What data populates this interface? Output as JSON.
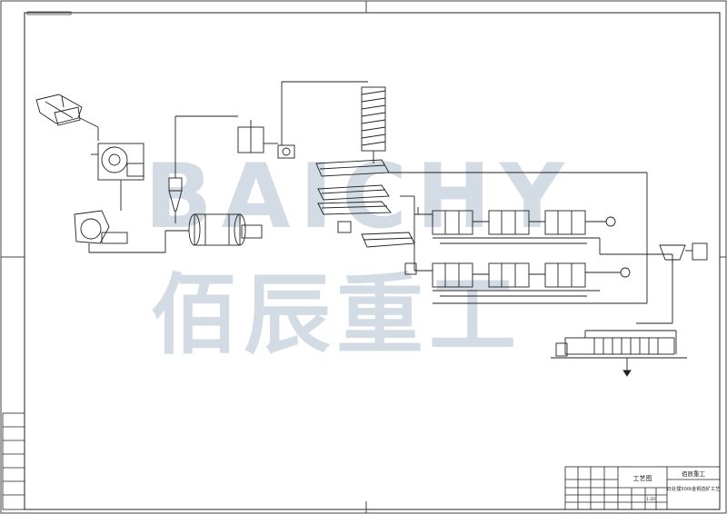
{
  "watermark": {
    "latin": "BAICHY",
    "chinese": "佰辰重工",
    "color": "#c9d3df"
  },
  "equipment": {
    "feeder": "",
    "jaw_crusher": "",
    "hammer_crusher": "",
    "ball_mill": "",
    "classifier": "",
    "hydrocyclone": "",
    "mixing_tank": "",
    "spiral_chute": "",
    "shaking_table_1": "",
    "shaking_table_2": "",
    "shaking_table_3": "",
    "flotation_row_1": [
      "",
      "",
      ""
    ],
    "flotation_row_2": [
      "",
      "",
      ""
    ],
    "thickener": "",
    "filter_press": ""
  },
  "flow_labels": [
    "",
    "",
    "",
    "",
    "",
    ""
  ],
  "title_block": {
    "company": "佰辰重工",
    "drawing_type": "工艺图",
    "project": "日处理500t金铜选矿工艺",
    "scale": "1:20",
    "rows_left": [
      "",
      "",
      "",
      ""
    ],
    "bottom_cells": [
      "",
      "",
      "",
      "",
      ""
    ]
  },
  "side_table": {
    "rows": [
      "",
      "",
      "",
      "",
      "",
      "",
      ""
    ]
  },
  "colors": {
    "line": "#1a1a1a",
    "watermark": "#c9d3df",
    "paper": "#ffffff"
  }
}
